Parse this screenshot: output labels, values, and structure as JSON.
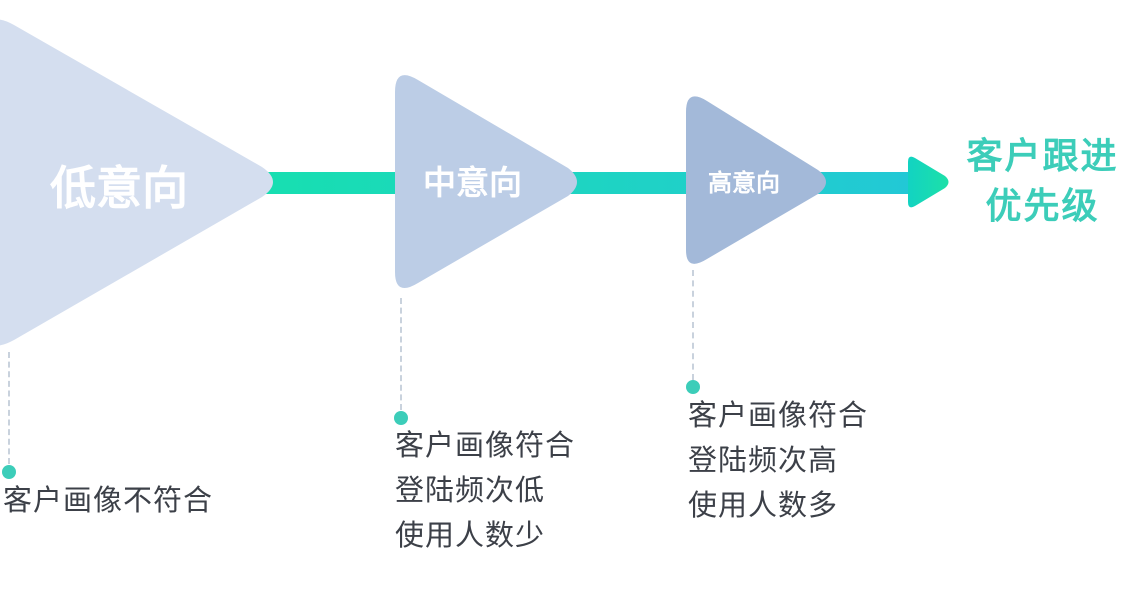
{
  "stages": [
    {
      "label": "低意向",
      "lines": [
        "客户画像不符合"
      ],
      "color": "#d4deef"
    },
    {
      "label": "中意向",
      "lines": [
        "客户画像符合",
        "登陆频次低",
        "使用人数少"
      ],
      "color": "#bccde6"
    },
    {
      "label": "高意向",
      "lines": [
        "客户画像符合",
        "登陆频次高",
        "使用人数多"
      ],
      "color": "#a3b9d9"
    }
  ],
  "goal": {
    "line1": "客户跟进",
    "line2": "优先级"
  },
  "colors": {
    "arrow_start": "#19dcaf",
    "arrow_end": "#21c7d4",
    "accent": "#3ccdb9"
  }
}
